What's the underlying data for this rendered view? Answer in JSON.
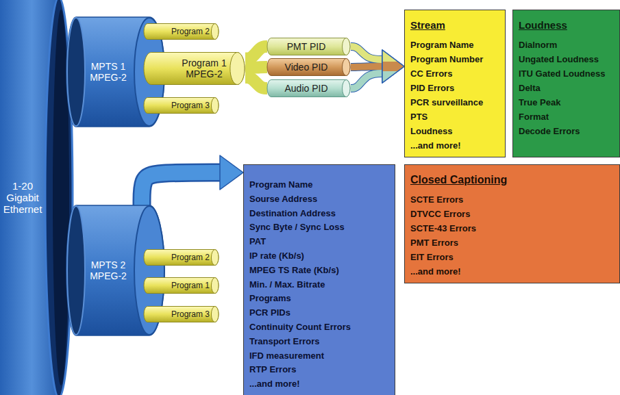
{
  "diagram": {
    "nodes": [
      {
        "text": [
          "1-20 Gigabit Ethernet"
        ]
      },
      {
        "text": [
          "MPTS 1 MPEG-2"
        ]
      },
      {
        "text": [
          "Program 2"
        ]
      },
      {
        "text": [
          "Program 1 MPEG-2"
        ]
      },
      {
        "text": [
          "Program 3"
        ]
      },
      {
        "text": [
          "PMT PID"
        ]
      },
      {
        "text": [
          "Video PID"
        ]
      },
      {
        "text": [
          "Audio PID"
        ]
      },
      {
        "text": [
          "Stream",
          "Program Name",
          "Program Number",
          "CC Errors",
          "PID Errors",
          "PCR surveillance",
          "PTS",
          "Loudness",
          "...and more!"
        ]
      },
      {
        "text": [
          "Loudness",
          "Dialnorm",
          "Ungated Loudness",
          "ITU Gated Loudness",
          "Delta",
          "True Peak",
          "Format",
          "Decode Errors"
        ]
      },
      {
        "text": [
          "Closed Captioning",
          "SCTE Errors",
          "DTVCC Errors",
          "SCTE-43 Errors",
          "PMT Errors",
          "EIT Errors",
          "...and more!"
        ]
      },
      {
        "text": [
          "MPTS 2 MPEG-2"
        ]
      },
      {
        "text": [
          "Program 2"
        ]
      },
      {
        "text": [
          "Program 1"
        ]
      },
      {
        "text": [
          "Program 3"
        ]
      },
      {
        "text": [
          "Program Name",
          "Sourse Address",
          "Destination Address",
          "Sync Byte / Sync Loss",
          "PAT",
          "IP rate (Kb/s)",
          "MPEG TS Rate (Kb/s)",
          "Min. / Max. Bitrate",
          "Programs",
          "PCR PIDs",
          "Continuity Count Errors",
          "Transport Errors",
          "IFD measurement",
          "RTP Errors",
          "...and more!"
        ]
      }
    ],
    "edges": [
      {
        "from": 3,
        "to": 5,
        "arrow": "none"
      },
      {
        "from": 3,
        "to": 6,
        "arrow": "none"
      },
      {
        "from": 3,
        "to": 7,
        "arrow": "none"
      },
      {
        "from": 5,
        "to": 8,
        "arrow": "to"
      },
      {
        "from": 6,
        "to": 8,
        "arrow": "to"
      },
      {
        "from": 7,
        "to": 8,
        "arrow": "to"
      },
      {
        "from": 11,
        "to": 15,
        "arrow": "to"
      }
    ]
  }
}
